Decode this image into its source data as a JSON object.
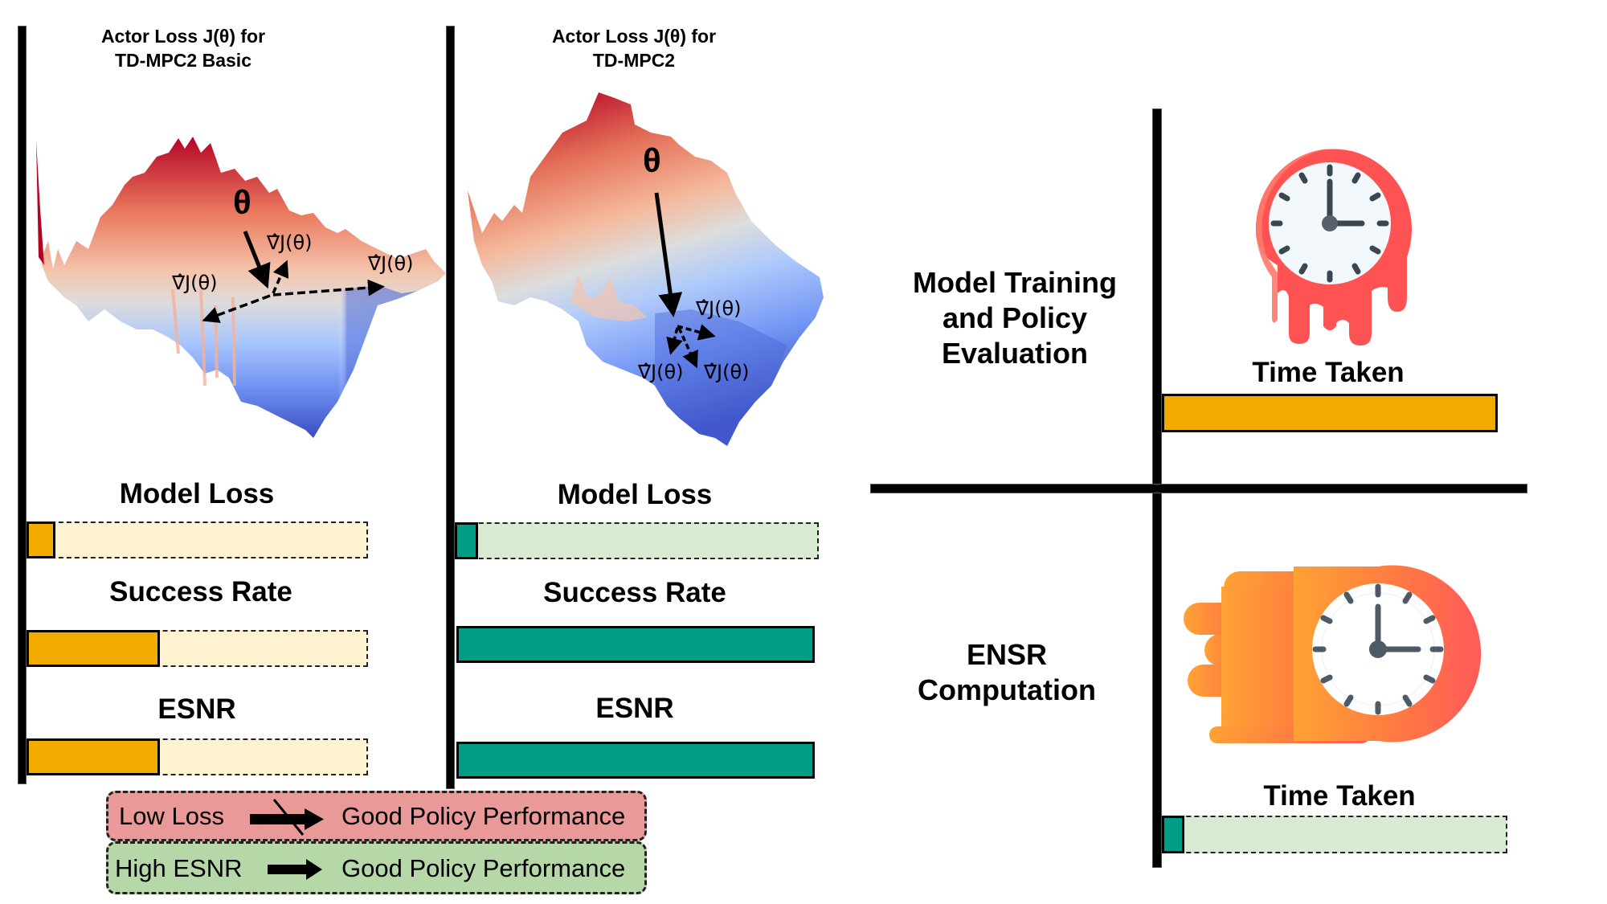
{
  "panels": [
    {
      "id": "basic",
      "title_line1": "Actor Loss J(θ) for",
      "title_line2": "TD-MPC2 Basic",
      "theta_label": "θ",
      "gradient_labels": [
        "∇̂J(θ)",
        "∇̂J(θ)",
        "∇̂J(θ)"
      ],
      "metrics": [
        {
          "label": "Model Loss",
          "value": 0.08
        },
        {
          "label": "Success Rate",
          "value": 0.39
        },
        {
          "label": "ESNR",
          "value": 0.39
        }
      ],
      "fill_color": "#F2AC00",
      "track_color": "#FFF2D0"
    },
    {
      "id": "full",
      "title_line1": "Actor Loss J(θ) for",
      "title_line2": "TD-MPC2",
      "theta_label": "θ",
      "gradient_labels": [
        "∇̂J(θ)",
        "∇̂J(θ)",
        "∇̂J(θ)"
      ],
      "metrics": [
        {
          "label": "Model Loss",
          "value": 0.06
        },
        {
          "label": "Success Rate",
          "value": 1.0
        },
        {
          "label": "ESNR",
          "value": 1.0
        }
      ],
      "fill_color": "#009E87",
      "track_color": "#D9EAD3"
    }
  ],
  "legend": [
    {
      "left": "Low Loss",
      "right": "Good Policy Performance",
      "implies": false,
      "bg": "#EA9999"
    },
    {
      "left": "High ESNR",
      "right": "Good Policy Performance",
      "implies": true,
      "bg": "#B6D7A8"
    }
  ],
  "timing": [
    {
      "label_lines": [
        "Model Training",
        "and Policy",
        "Evaluation"
      ],
      "icon": "melting-clock-icon",
      "bar_label": "Time Taken",
      "value": 1.0,
      "fill_color": "#F2AC00",
      "track_color": "#FFF2D0"
    },
    {
      "label_lines": [
        "ENSR",
        "Computation"
      ],
      "icon": "fast-clock-icon",
      "bar_label": "Time Taken",
      "value": 0.06,
      "fill_color": "#009E87",
      "track_color": "#D9EAD3"
    }
  ]
}
